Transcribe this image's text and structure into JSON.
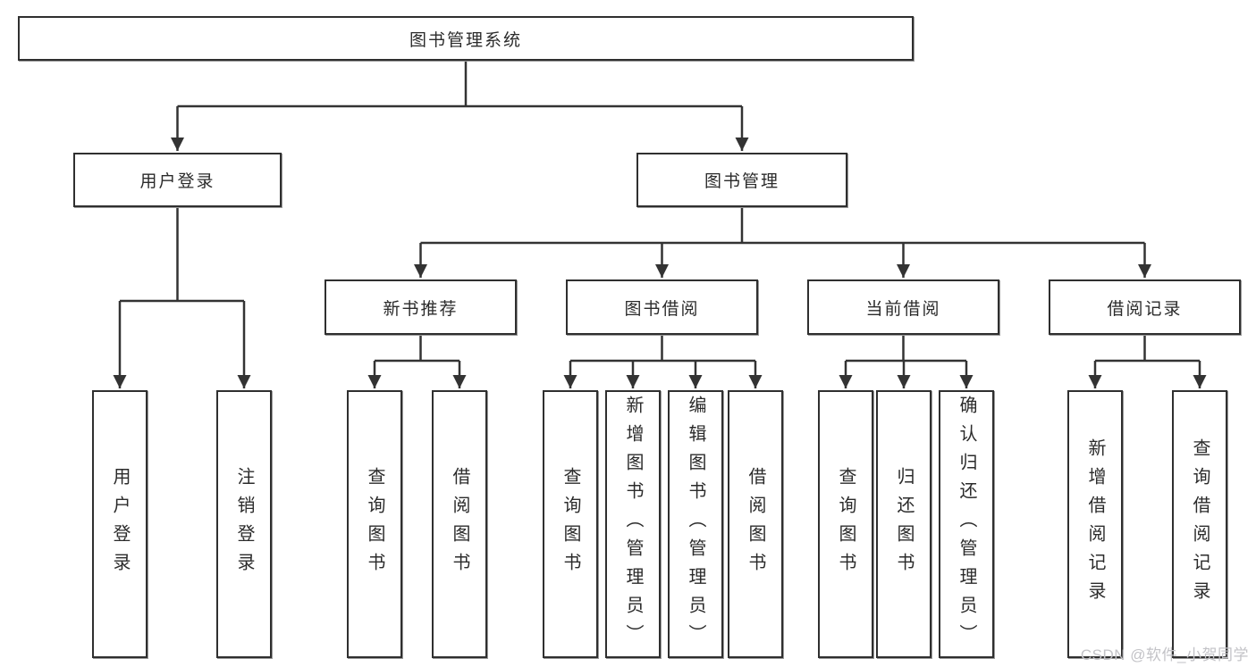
{
  "diagram": {
    "title": "图书管理系统",
    "level2": {
      "user_login": "用户登录",
      "book_management": "图书管理"
    },
    "level3": {
      "new_book_recommend": "新书推荐",
      "book_borrowing": "图书借阅",
      "current_borrowing": "当前借阅",
      "borrowing_records": "借阅记录"
    },
    "leaves": {
      "user_login": "用户登录",
      "logout": "注销登录",
      "recommend_query_books": "查询图书",
      "recommend_borrow_books": "借阅图书",
      "borrow_query_books": "查询图书",
      "borrow_add_books": "新增图书（管理员）",
      "borrow_edit_books": "编辑图书（管理员）",
      "borrow_borrow_books": "借阅图书",
      "current_query_books": "查询图书",
      "current_return_books": "归还图书",
      "current_confirm_return": "确认归还（管理员）",
      "records_add_record": "新增借阅记录",
      "records_query_record": "查询借阅记录"
    }
  },
  "watermark": "CSDN @软件_小贺同学",
  "colors": {
    "line": "#333333",
    "box_border": "#2f2f2f",
    "text": "#2b2b2b",
    "watermark": "#c3c3c7"
  }
}
